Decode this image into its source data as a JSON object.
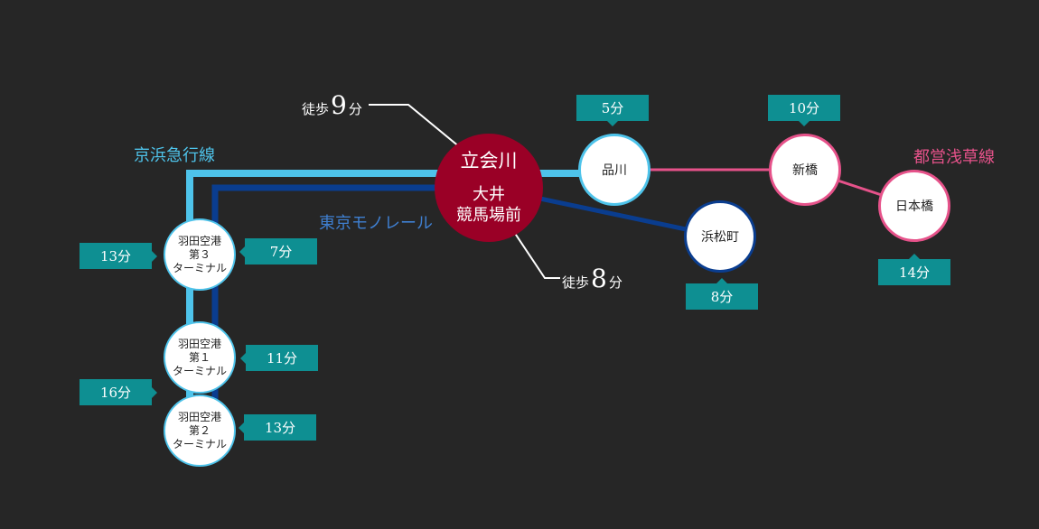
{
  "lines": {
    "keikyu": {
      "name": "京浜急行線",
      "color": "#4ec3ea"
    },
    "monorail": {
      "name": "東京モノレール",
      "color": "#0a3d8f",
      "label_color": "#3f7fd0"
    },
    "asakusa": {
      "name": "都営浅草線",
      "color": "#e6528a"
    }
  },
  "main_station": {
    "line1": "立会川",
    "line2": "大井",
    "line3": "競馬場前",
    "color": "#9a0026"
  },
  "stations": {
    "shinagawa": "品川",
    "shinbashi": "新橋",
    "nihonbashi": "日本橋",
    "hamamatsucho": "浜松町",
    "haneda_t3": {
      "l1": "羽田空港",
      "l2": "第３",
      "l3": "ターミナル"
    },
    "haneda_t1": {
      "l1": "羽田空港",
      "l2": "第１",
      "l3": "ターミナル"
    },
    "haneda_t2": {
      "l1": "羽田空港",
      "l2": "第２",
      "l3": "ターミナル"
    }
  },
  "times": {
    "shinagawa": "5分",
    "shinbashi": "10分",
    "nihonbashi": "14分",
    "hamamatsucho": "8分",
    "t3_keikyu": "13分",
    "t3_monorail": "7分",
    "t1_monorail": "11分",
    "t12_keikyu": "16分",
    "t2_monorail": "13分"
  },
  "walk": {
    "tachiaigawa": {
      "prefix": "徒歩",
      "num": "9",
      "suffix": "分"
    },
    "oikeiba": {
      "prefix": "徒歩",
      "num": "8",
      "suffix": "分"
    }
  }
}
